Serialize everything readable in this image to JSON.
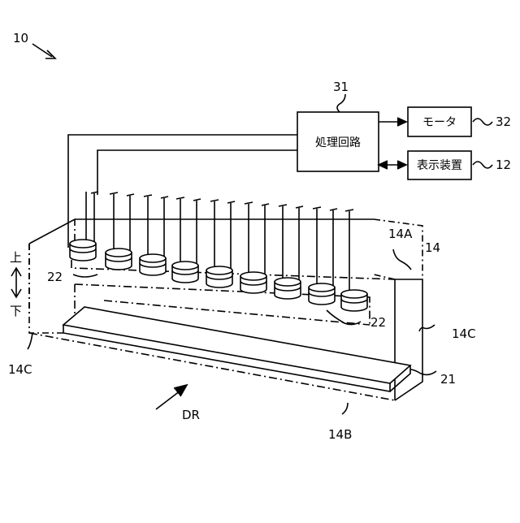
{
  "figure": {
    "label_device": "10",
    "label_circuit_ref": "31",
    "circuit_text": "処理回路",
    "motor_text": "モータ",
    "label_motor_ref": "32",
    "display_text": "表示装置",
    "label_display_ref": "12",
    "label_tank": "14",
    "label_top": "14A",
    "label_side_right": "14C",
    "label_side_left": "14C",
    "label_bottom": "14B",
    "label_plate": "21",
    "label_cups_left": "22",
    "label_cups_right": "22",
    "label_direction": "DR",
    "label_up": "上",
    "label_down": "下"
  },
  "colors": {
    "ink": "#000000",
    "background": "#ffffff"
  }
}
